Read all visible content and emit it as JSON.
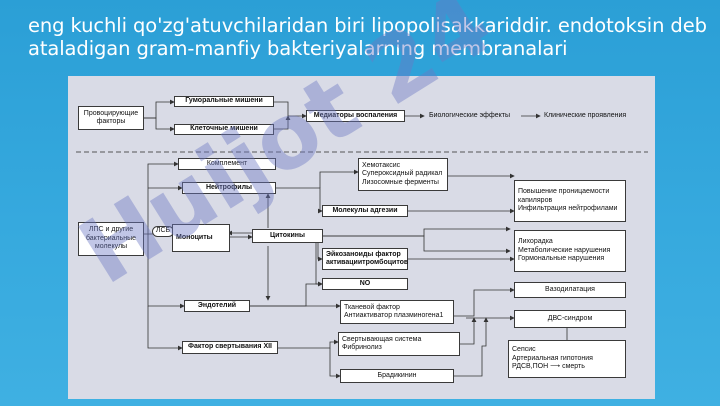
{
  "slide": {
    "title_line1": "eng kuchli qo'zg'atuvchilaridan biri lipopolisakkariddir. endotoksin deb",
    "title_line2": "ataladigan gram-manfiy bakteriyalarning membranalari"
  },
  "diagram": {
    "top": {
      "provoking": "Провоцирующие\nфакторы",
      "humoral": "Гуморальные мишени",
      "cellular": "Клеточные мишени",
      "mediators": "Медиаторы воспаления",
      "bio_effects": "Биологические эффекты",
      "clinical": "Клинические проявления"
    },
    "bottom": {
      "lps": "ЛПС и другие\nбактериальные\nмолекулы",
      "lsb": "ЛСБ",
      "complement": "Комплемент",
      "neutrophils": "Нейтрофилы",
      "monocytes": "Моноциты",
      "cytokines": "Цитокины",
      "endothelium": "Эндотелий",
      "factor12": "Фактор свертывания XII",
      "chemotaxis": "Хемотаксис\nСупероксидный радикал\nЛизосомные ферменты",
      "adhesion": "Молекулы адгезии",
      "eicosanoids": "Эйкозаноиды фактор\nактивациитромбоцитов",
      "no": "NO",
      "tissue_factor": "Тканевой фактор\nАнтиактиватор плазминогена1",
      "coag_system": "Свертывающая система\nФибринолиз",
      "bradykinin": "Брадикинин",
      "permeability": "Повышение проницаемости\nкапиляров\nИнфильтрация нейтрофилами",
      "fever": "Лихорадка\nМетаболические нарушения\nГормональные нарушения",
      "vasodilation": "Вазодилатация",
      "dic": "ДВС-синдром",
      "sepsis": "Сепсис\nАртериальная гипотония\nРДСВ,ПОН  ⟶  смерть"
    },
    "watermark": {
      "text": "Huijot 24",
      "color": "#6d79c4"
    }
  }
}
